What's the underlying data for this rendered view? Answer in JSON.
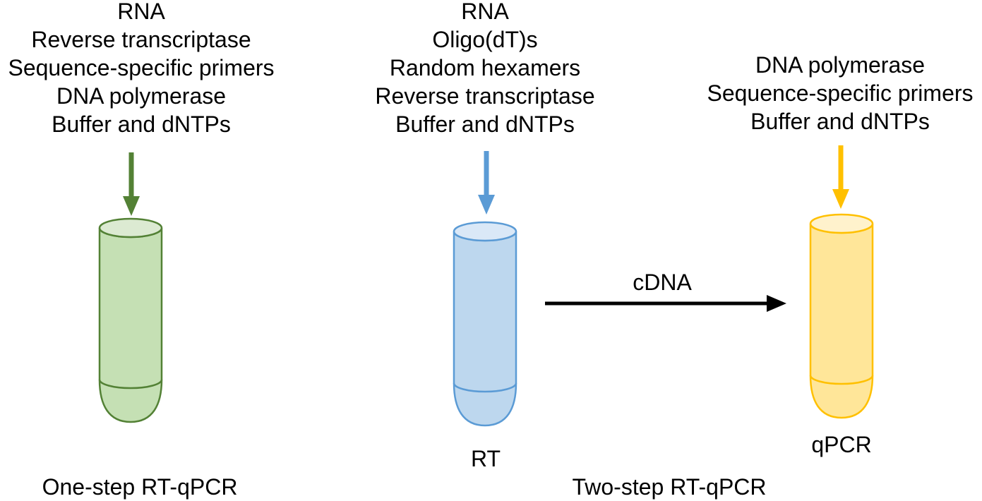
{
  "figure": {
    "background": "#ffffff",
    "text_color": "#000000",
    "one_step": {
      "reagents": [
        "RNA",
        "Reverse transcriptase",
        "Sequence-specific primers",
        "DNA polymerase",
        "Buffer and dNTPs"
      ],
      "arrow_color": "#538135",
      "tube": {
        "fill": "#c5e0b4",
        "stroke": "#538135",
        "mouth": "#dcead2"
      },
      "caption": "One-step RT-qPCR"
    },
    "two_step": {
      "caption": "Two-step RT-qPCR",
      "rt_step": {
        "reagents": [
          "RNA",
          "Oligo(dT)s",
          "Random hexamers",
          "Reverse transcriptase",
          "Buffer and dNTPs"
        ],
        "arrow_color": "#5b9bd5",
        "tube": {
          "fill": "#bdd7ee",
          "stroke": "#5b9bd5",
          "mouth": "#dae8f7"
        },
        "label": "RT"
      },
      "qpcr_step": {
        "reagents": [
          "DNA polymerase",
          "Sequence-specific primers",
          "Buffer and dNTPs"
        ],
        "arrow_color": "#ffc000",
        "tube": {
          "fill": "#ffe699",
          "stroke": "#ffc000",
          "mouth": "#fff2cc"
        },
        "label": "qPCR"
      },
      "transfer": {
        "label": "cDNA",
        "arrow_color": "#000000"
      }
    }
  }
}
